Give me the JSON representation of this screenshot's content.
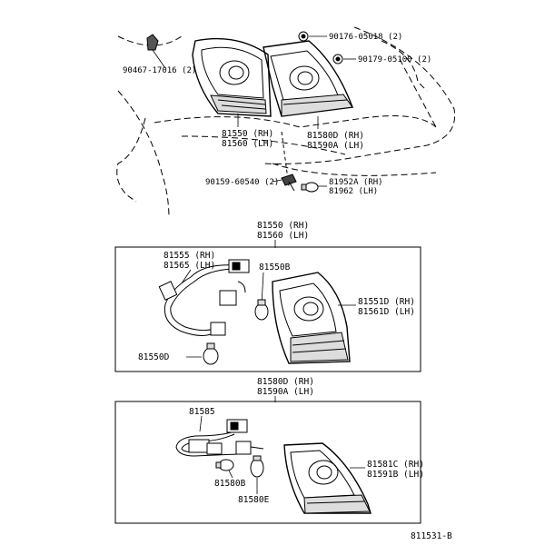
{
  "diagram": {
    "top": {
      "clip_part": "90467-17016 (2)",
      "nut_upper": "90176-05018 (2)",
      "nut_lower": "90179-05100 (2)",
      "lamp_rh_lh_1": "81550 (RH)",
      "lamp_rh_lh_2": "81560 (LH)",
      "lamp_inner_1": "81580D (RH)",
      "lamp_inner_2": "81590A (LH)",
      "screw": "90159-60540 (2)",
      "bulb_1": "81952A (RH)",
      "bulb_2": "81962  (LH)"
    },
    "box1": {
      "title_1": "81550 (RH)",
      "title_2": "81560 (LH)",
      "socket_1": "81555 (RH)",
      "socket_2": "81565 (LH)",
      "bulb_b": "81550B",
      "bulb_d": "81550D",
      "lens_1": "81551D (RH)",
      "lens_2": "81561D (LH)"
    },
    "box2": {
      "title_1": "81580D (RH)",
      "title_2": "81590A (LH)",
      "harness": "81585",
      "bulb_b": "81580B",
      "bulb_e": "81580E",
      "lens_1": "81581C (RH)",
      "lens_2": "81591B (LH)"
    },
    "figure_code": "811531-B"
  }
}
